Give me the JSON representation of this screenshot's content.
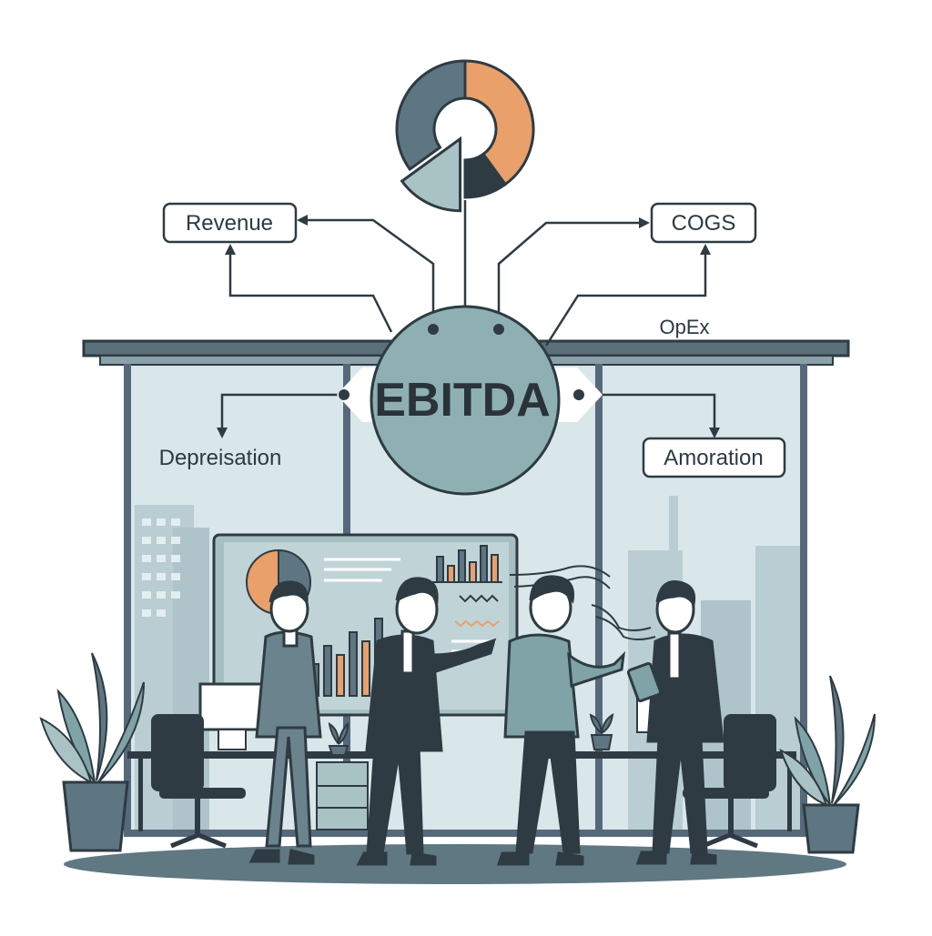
{
  "center_label": "EBITDA",
  "labels": {
    "revenue": "Revenue",
    "cogs": "COGS",
    "opex": "OpEx",
    "depreciation": "Depreisation",
    "amortization": "Amoration"
  },
  "colors": {
    "ink": "#2e3b43",
    "teal": "#7fa3a6",
    "teal_light": "#a9c3c5",
    "slate": "#5e7682",
    "orange": "#e9a06a",
    "glass": "#d9e7ea",
    "city": "#b9cdd2",
    "floor": "#5f7882"
  },
  "pie_segments": [
    {
      "name": "orange",
      "value": 40
    },
    {
      "name": "dark",
      "value": 10
    },
    {
      "name": "teal",
      "value": 15
    },
    {
      "name": "slate",
      "value": 35
    }
  ]
}
